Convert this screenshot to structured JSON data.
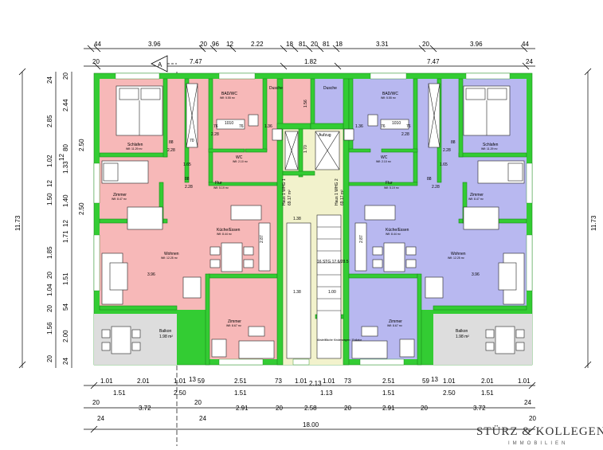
{
  "colors": {
    "left_unit": "#f7b8b8",
    "right_unit": "#b8b8f0",
    "stair": "#f2f2cc",
    "wall": "#33cc33",
    "balcony": "#dddddd"
  },
  "dims_top1": [
    "44",
    "3.96",
    "20",
    "96",
    "12",
    "2.22",
    "18",
    "81",
    "20",
    "81",
    "18",
    "3.31",
    "20",
    "3.96",
    "44"
  ],
  "dims_top2": [
    "20",
    "7.47",
    "1.82",
    "7.47",
    "24"
  ],
  "section_mark": "A",
  "dims_left": [
    "24",
    "20",
    "2.44",
    "2.85",
    "80",
    "1.02",
    "12",
    "1.33",
    "12",
    "1.50",
    "1.40",
    "12",
    "1.71",
    "1.85",
    "20",
    "1.04",
    "1.51",
    "20",
    "1.56",
    "2.00",
    "20",
    "24",
    "54"
  ],
  "dims_left_outer": "11.73",
  "dims_left_mid": [
    "2.50",
    "2.50"
  ],
  "dims_right_outer": "11.73",
  "dims_bottom1": [
    "1.01",
    "2.01",
    "1.01",
    "13",
    "59",
    "2.51",
    "73",
    "1.01",
    "2.13",
    "1.01",
    "73",
    "2.51",
    "59",
    "13",
    "1.01",
    "2.01",
    "1.01"
  ],
  "dims_bottom2": [
    "1.51",
    "2.50",
    "1.51",
    "1.13",
    "1.51",
    "2.50",
    "1.51"
  ],
  "dims_bottom3": [
    "20",
    "24",
    "3.72",
    "20",
    "24",
    "2.91",
    "20",
    "2.58",
    "20",
    "2.91",
    "20",
    "3.72",
    "24",
    "20"
  ],
  "dims_bottom_total": "18.00",
  "rooms_left": [
    {
      "name": "Schlafen",
      "area": "Wfl: 11.29 m²"
    },
    {
      "name": "BAD/WC",
      "area": "Wfl: 5.55 m²"
    },
    {
      "name": "Dusche",
      "area": ""
    },
    {
      "name": "Zimmer",
      "area": "Wfl: 8.47 m²"
    },
    {
      "name": "Flur",
      "area": "Wfl: 5.19 m²"
    },
    {
      "name": "WC",
      "area": "Wfl: 2.10 m²"
    },
    {
      "name": "Küche/Essen",
      "area": "Wfl: 8.44 m²"
    },
    {
      "name": "Wohnen",
      "area": "Wfl: 12.25 m²"
    },
    {
      "name": "Zimmer",
      "area": "Wfl: 8.67 m²"
    },
    {
      "name": "Balkon",
      "area": "1.98 m²"
    }
  ],
  "rooms_right": [
    {
      "name": "Schlafen",
      "area": "Wfl: 11.29 m²"
    },
    {
      "name": "BAD/WC",
      "area": "Wfl: 5.55 m²"
    },
    {
      "name": "Dusche",
      "area": ""
    },
    {
      "name": "Zimmer",
      "area": "Wfl: 8.47 m²"
    },
    {
      "name": "Flur",
      "area": "Wfl: 5.19 m²"
    },
    {
      "name": "WC",
      "area": "Wfl: 2.10 m²"
    },
    {
      "name": "Küche/Essen",
      "area": "Wfl: 8.44 m²"
    },
    {
      "name": "Wohnen",
      "area": "Wfl: 12.25 m²"
    },
    {
      "name": "Zimmer",
      "area": "Wfl: 8.67 m²"
    },
    {
      "name": "Balkon",
      "area": "1.98 m²"
    }
  ],
  "unit_left_label": "Haus 1 WHG 1",
  "unit_left_area": "69.17 m²",
  "unit_right_label": "Haus 1 WHG 2",
  "unit_right_area": "69.17 m²",
  "aufzug": "Aufzug",
  "abstell": "Abstellfläche Kinderwagen / Rollator",
  "stair_steps": "16 STG 17.6/28.5",
  "inner_dims": {
    "d288": "2.28",
    "d88": "88",
    "d165": "1.65",
    "d70": "70",
    "d76": "76",
    "d1010": "1010",
    "d136": "1.36",
    "d156": "1.56",
    "d170": "1.70",
    "d101": "1.01",
    "d138": "1.38",
    "d100": "1.00",
    "d287": "2.87",
    "d396": "3.96",
    "d20": "20",
    "d12": "12"
  },
  "logo": "STÜRZ & KOLLEGEN",
  "logo_sub": "IMMOBILIEN"
}
